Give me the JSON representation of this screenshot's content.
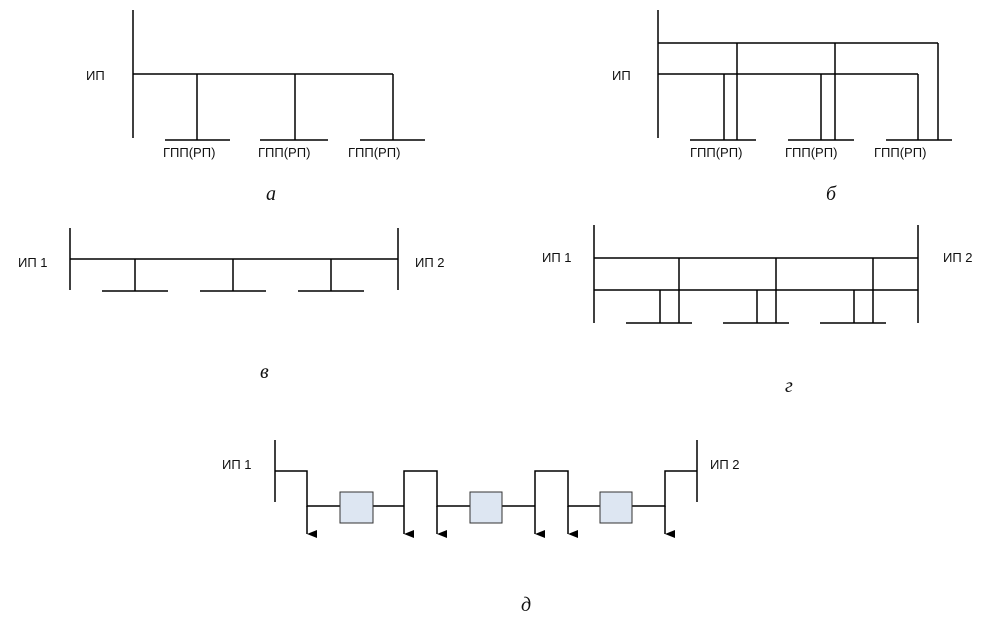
{
  "diagrams": {
    "a": {
      "caption": "а",
      "source_label": "ИП",
      "loads": [
        "ГПП(РП)",
        "ГПП(РП)",
        "ГПП(РП)"
      ]
    },
    "b": {
      "caption": "б",
      "source_label": "ИП",
      "loads": [
        "ГПП(РП)",
        "ГПП(РП)",
        "ГПП(РП)"
      ]
    },
    "v": {
      "caption": "в",
      "source1_label": "ИП 1",
      "source2_label": "ИП 2"
    },
    "g": {
      "caption": "г",
      "source1_label": "ИП 1",
      "source2_label": "ИП 2"
    },
    "d": {
      "caption": "д",
      "source1_label": "ИП 1",
      "source2_label": "ИП 2",
      "box_color": "#dde6f2"
    }
  }
}
